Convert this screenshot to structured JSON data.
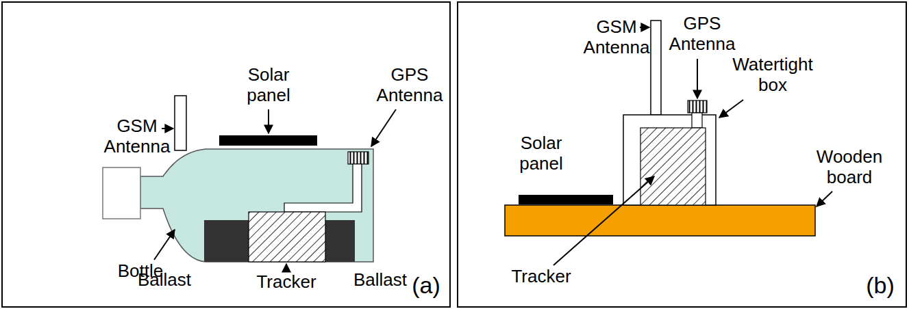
{
  "diagram": {
    "labels": [
      "GSM Antenna",
      "Solar panel",
      "GPS Antenna",
      "Bottle",
      "Ballast",
      "Tracker",
      "Ballast",
      "(a)",
      "GSM Antenna",
      "GPS Antenna",
      "Watertight box",
      "Solar panel",
      "Wooden board",
      "Tracker",
      "(b)"
    ]
  }
}
